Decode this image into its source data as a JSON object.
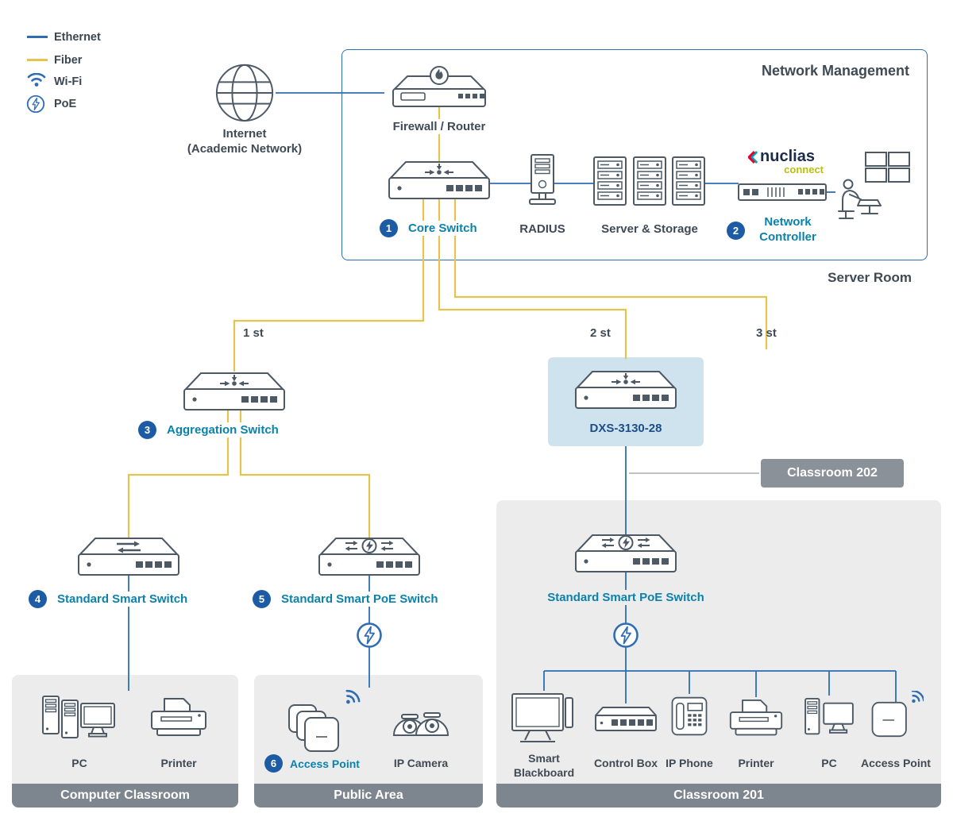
{
  "colors": {
    "ethernet": "#2e6db4",
    "fiber": "#e4c44e",
    "label_teal": "#0a82ab",
    "label_dark": "#3f4a54",
    "number_badge": "#1d5ca4",
    "panel_body": "#ececec",
    "panel_footer": "#7d858e",
    "dxs_highlight": "#cfe3ef",
    "room_badge": "#8a9199"
  },
  "legend": {
    "items": [
      {
        "icon": "ethernet-line",
        "label": "Ethernet"
      },
      {
        "icon": "fiber-line",
        "label": "Fiber"
      },
      {
        "icon": "wifi-icon",
        "label": "Wi-Fi"
      },
      {
        "icon": "poe-icon",
        "label": "PoE"
      }
    ]
  },
  "internet": {
    "line1": "Internet",
    "line2": "(Academic Network)"
  },
  "nm": {
    "title": "Network Management",
    "room": "Server Room",
    "firewall": "Firewall / Router",
    "core": {
      "num": "1",
      "label": "Core Switch"
    },
    "radius": "RADIUS",
    "servers": "Server & Storage",
    "controller": {
      "num": "2",
      "label": "Network Controller"
    },
    "nuclias": {
      "brand": "nuclias",
      "sub": "connect"
    }
  },
  "risers": [
    "1 st",
    "2 st",
    "3 st"
  ],
  "aggregation": {
    "num": "3",
    "label": "Aggregation Switch"
  },
  "dxs": {
    "model": "DXS-3130-28"
  },
  "classroom202": {
    "label": "Classroom 202"
  },
  "sw_standard": {
    "num": "4",
    "label": "Standard Smart Switch"
  },
  "sw_poe": {
    "num": "5",
    "label": "Standard Smart PoE Switch"
  },
  "computer_classroom": {
    "title": "Computer Classroom",
    "pc": "PC",
    "printer": "Printer"
  },
  "public_area": {
    "title": "Public Area",
    "ap_num": "6",
    "ap": "Access Point",
    "camera": "IP Camera"
  },
  "classroom201": {
    "title": "Classroom 201",
    "switch_label": "Standard Smart PoE Switch",
    "devices": [
      {
        "label": "Smart Blackboard"
      },
      {
        "label": "Control Box"
      },
      {
        "label": "IP Phone"
      },
      {
        "label": "Printer"
      },
      {
        "label": "PC"
      },
      {
        "label": "Access Point"
      }
    ]
  }
}
